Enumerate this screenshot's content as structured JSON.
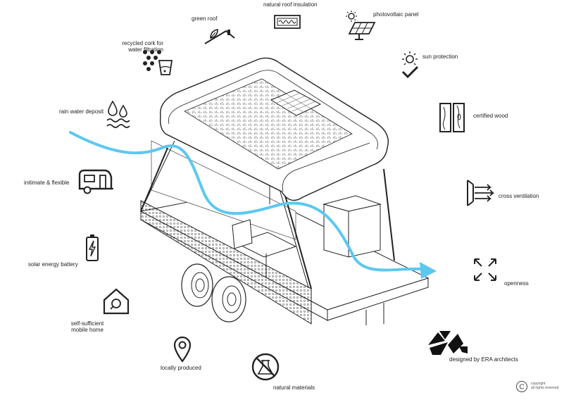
{
  "labels": {
    "natural_roof_insulation": "natural roof insulation",
    "green_roof": "green roof",
    "photovoltaic_panel": "photovoltaic panel",
    "recycled_cork_line1": "recycled cork for",
    "recycled_cork_line2": "water filtration",
    "sun_protection": "sun protection",
    "rain_water_deposit": "rain water deposit",
    "certified_wood": "certified wood",
    "intimate_flexible": "initimate & flexible",
    "cross_ventilation": "cross ventilation",
    "solar_energy_battery": "solar energy battery",
    "openness": "openness",
    "self_sufficient_line1": "self-sufficient",
    "self_sufficient_line2": "mobile home",
    "locally_produced": "locally produced",
    "natural_materials": "natural materials",
    "designed_by": "designed by ERA architects"
  },
  "copyright": {
    "symbol": "C",
    "line1": "copyright",
    "line2": "all rights reserved"
  },
  "colors": {
    "airflow": "#5cc8f0",
    "line": "#222222"
  }
}
